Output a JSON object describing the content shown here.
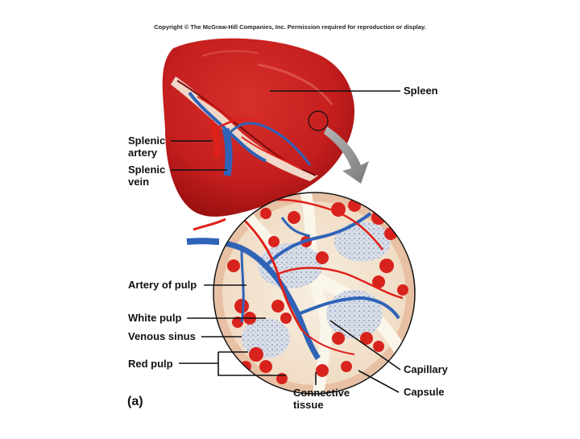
{
  "copyright": "Copyright © The McGraw-Hill Companies, Inc. Permission required for reproduction or display.",
  "figure_letter": "(a)",
  "labels": {
    "spleen": "Spleen",
    "splenic_artery_1": "Splenic",
    "splenic_artery_2": "artery",
    "splenic_vein_1": "Splenic",
    "splenic_vein_2": "vein",
    "artery_of_pulp": "Artery of pulp",
    "white_pulp": "White pulp",
    "venous_sinus": "Venous sinus",
    "red_pulp": "Red pulp",
    "capillary": "Capillary",
    "capsule": "Capsule",
    "connective_tissue_1": "Connective",
    "connective_tissue_2": "tissue"
  },
  "colors": {
    "organ_red": "#c41e1e",
    "organ_dark": "#8e0c0c",
    "vein_blue": "#2f63b8",
    "artery_red": "#e0201a",
    "pulp_fill": "#f4e9d6",
    "white_pulp": "#d9dde6",
    "arrow_gray": "#8a8a8a"
  }
}
